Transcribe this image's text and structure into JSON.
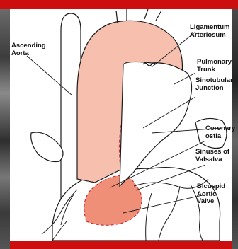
{
  "diagram": {
    "labels": {
      "ascending_aorta": "Ascending\nAorta",
      "ligamentum_arteriosum": "Ligamentum\nArteriosum",
      "pulmonary_trunk": "Pulmonary\nTrunk",
      "sinotubular_junction": "Sinotubular\nJunction",
      "coronary_ostia": "Coronary\nostia",
      "sinuses_of_valsalva": "Sinuses of\nValsalva",
      "bicuspid_aortic_valve": "Bicuspid\nAortic\nValve"
    },
    "colors": {
      "frame": "#cc0e0e",
      "aorta_fill": "#f6bfae",
      "root_fill": "#f08f78",
      "outline": "#1a1a1a",
      "dashed_outline": "#c8323c"
    }
  }
}
